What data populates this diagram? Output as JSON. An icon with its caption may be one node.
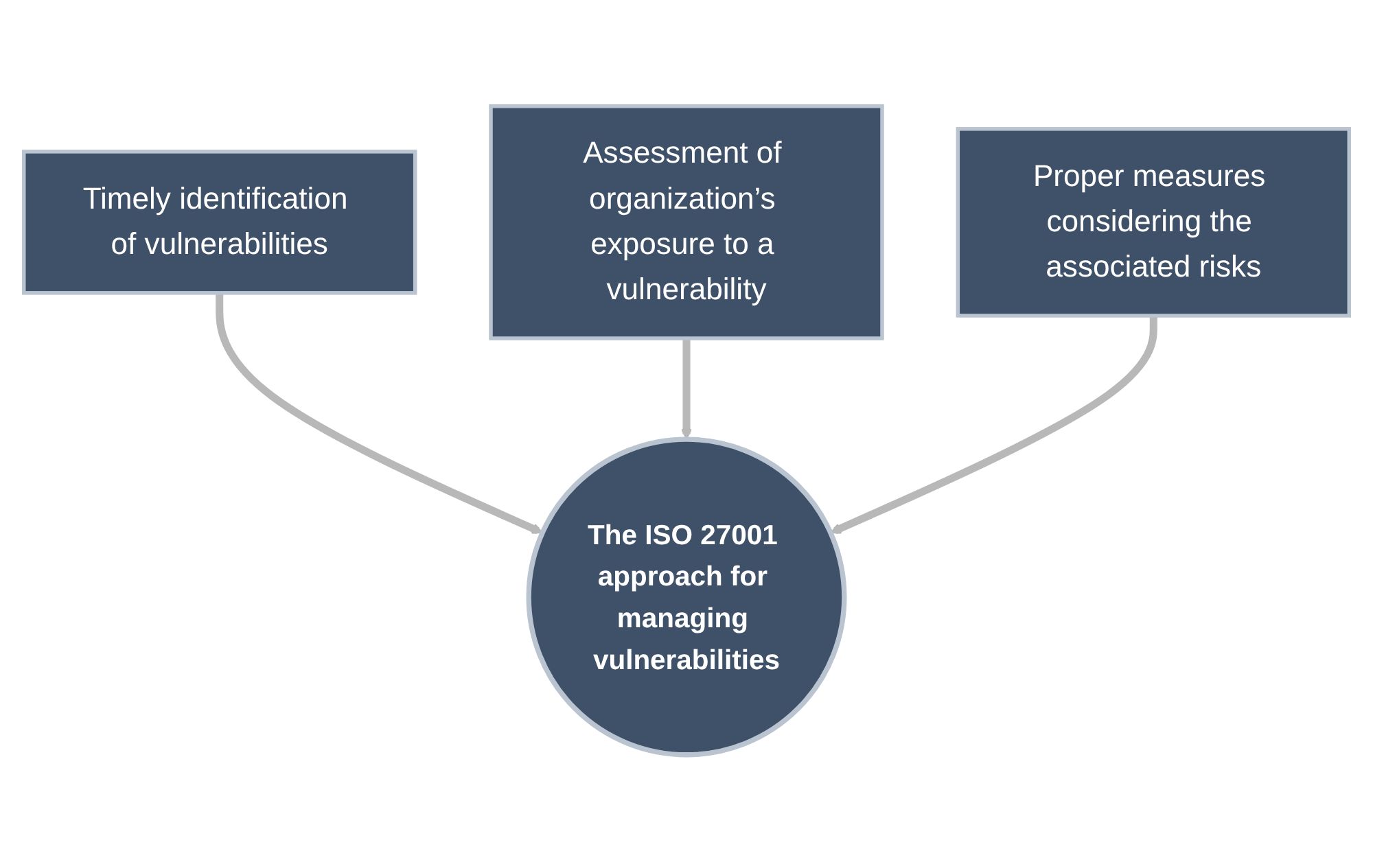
{
  "diagram": {
    "nodes": [
      {
        "text": [
          "Timely identification of vulnerabilities"
        ]
      },
      {
        "text": [
          "Assessment of organization’s exposure to a vulnerability"
        ]
      },
      {
        "text": [
          "Proper measures considering the associated risks"
        ]
      },
      {
        "text": [
          "The ISO 27001 approach for managing vulnerabilities"
        ]
      }
    ],
    "edges": [
      {
        "from": 0,
        "to": 3,
        "arrow": "to"
      },
      {
        "from": 1,
        "to": 3,
        "arrow": "to"
      },
      {
        "from": 2,
        "to": 3,
        "arrow": "to"
      }
    ]
  }
}
